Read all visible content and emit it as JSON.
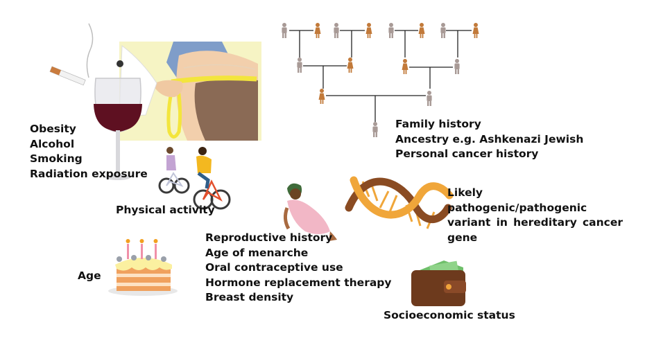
{
  "labels": {
    "lifestyle": [
      "Obesity",
      "Alcohol",
      "Smoking",
      "Radiation exposure"
    ],
    "physical_activity": "Physical activity",
    "age": "Age",
    "family": [
      "Family history",
      "Ancestry e.g. Ashkenazi Jewish",
      "Personal cancer history"
    ],
    "reproductive": [
      "Reproductive history",
      "Age of menarche",
      "Oral contraceptive use",
      "Hormone replacement therapy",
      "Breast density"
    ],
    "variant": "Likely pathogenic/pathogenic variant in hereditary cancer gene",
    "socioeconomic": "Socioeconomic status"
  },
  "icons": [
    "cigarette-icon",
    "wine-glass-icon",
    "measuring-tape-icon",
    "cyclists-icon",
    "birthday-cake-icon",
    "pedigree-icon",
    "pregnant-woman-icon",
    "dna-icon",
    "wallet-icon"
  ],
  "colors": {
    "male": "#a89a96",
    "female": "#c27a3a",
    "dna_dark": "#8a4b22",
    "dna_light": "#f0a63a",
    "wallet": "#6d3a1d",
    "wine": "#5e1021",
    "tape": "#f3e53d",
    "text": "#111111"
  }
}
